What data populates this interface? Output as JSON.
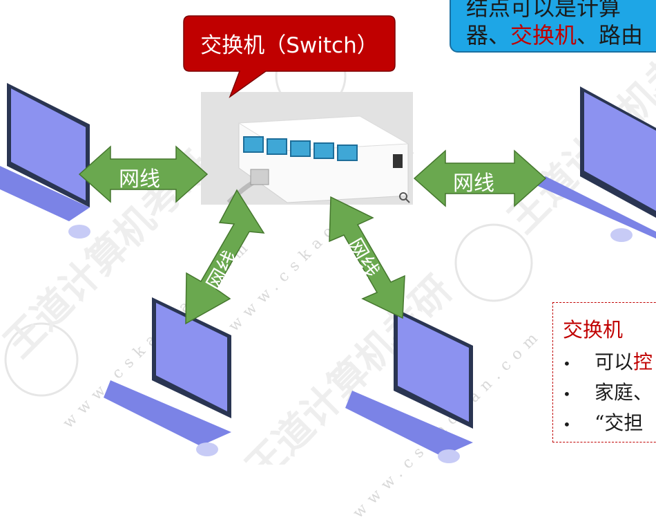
{
  "switch_callout": {
    "label": "交换机（Switch）",
    "fill": "#c00000"
  },
  "info_box": {
    "line1": "结点可以是计算",
    "line2_a": "器、",
    "line2_b": "交换机",
    "line2_c": "、路由",
    "fill": "#1ea6e6"
  },
  "cables": [
    {
      "label": "网线"
    },
    {
      "label": "网线"
    },
    {
      "label": "网线"
    },
    {
      "label": "网线"
    }
  ],
  "note": {
    "title": "交换机",
    "items": [
      {
        "bullet": "•",
        "text_a": "可以",
        "text_b": "控"
      },
      {
        "bullet": "•",
        "text_a": "家庭、",
        "text_b": ""
      },
      {
        "bullet": "•",
        "text_a": "“交担",
        "text_b": ""
      }
    ]
  },
  "watermark": {
    "url_text": "www.cskaoyan.com",
    "brand": "王道计算机考研"
  },
  "colors": {
    "arrow": "#6aa84f",
    "arrow_stroke": "#44762d",
    "laptop": "#7b83e6",
    "laptop_dark": "#2a3552"
  },
  "icons": [
    "laptop-icon",
    "mouse-icon",
    "zoom-icon",
    "switch-ports-icon"
  ]
}
